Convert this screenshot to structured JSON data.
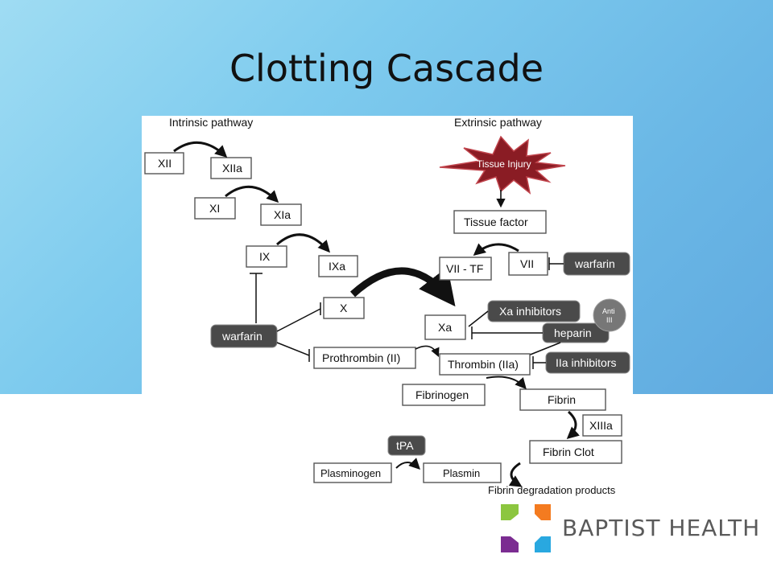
{
  "slide": {
    "title": "Clotting Cascade"
  },
  "diagram": {
    "headers": {
      "intrinsic": "Intrinsic pathway",
      "extrinsic": "Extrinsic pathway"
    },
    "injury": "Tissue Injury",
    "nodes": {
      "xii": "XII",
      "xiia": "XIIa",
      "xi": "XI",
      "xia": "XIa",
      "ix": "IX",
      "ixa": "IXa",
      "x": "X",
      "xa": "Xa",
      "tissue_factor": "Tissue factor",
      "vii_tf": "VII - TF",
      "vii": "VII",
      "prothrombin": "Prothrombin (II)",
      "thrombin": "Thrombin (IIa)",
      "fibrinogen": "Fibrinogen",
      "fibrin": "Fibrin",
      "xiiia": "XIIIa",
      "fibrin_clot": "Fibrin Clot",
      "plasminogen": "Plasminogen",
      "plasmin": "Plasmin",
      "fdp": "Fibrin degradation products"
    },
    "inhibitors": {
      "warfarin_left": "warfarin",
      "warfarin_right": "warfarin",
      "xa_inhibitors": "Xa inhibitors",
      "heparin": "heparin",
      "iia_inhibitors": "IIa inhibitors",
      "tpa": "tPA",
      "anti_iii_1": "Anti",
      "anti_iii_2": "III"
    }
  },
  "logo": {
    "text": "BAPTIST HEALTH"
  }
}
